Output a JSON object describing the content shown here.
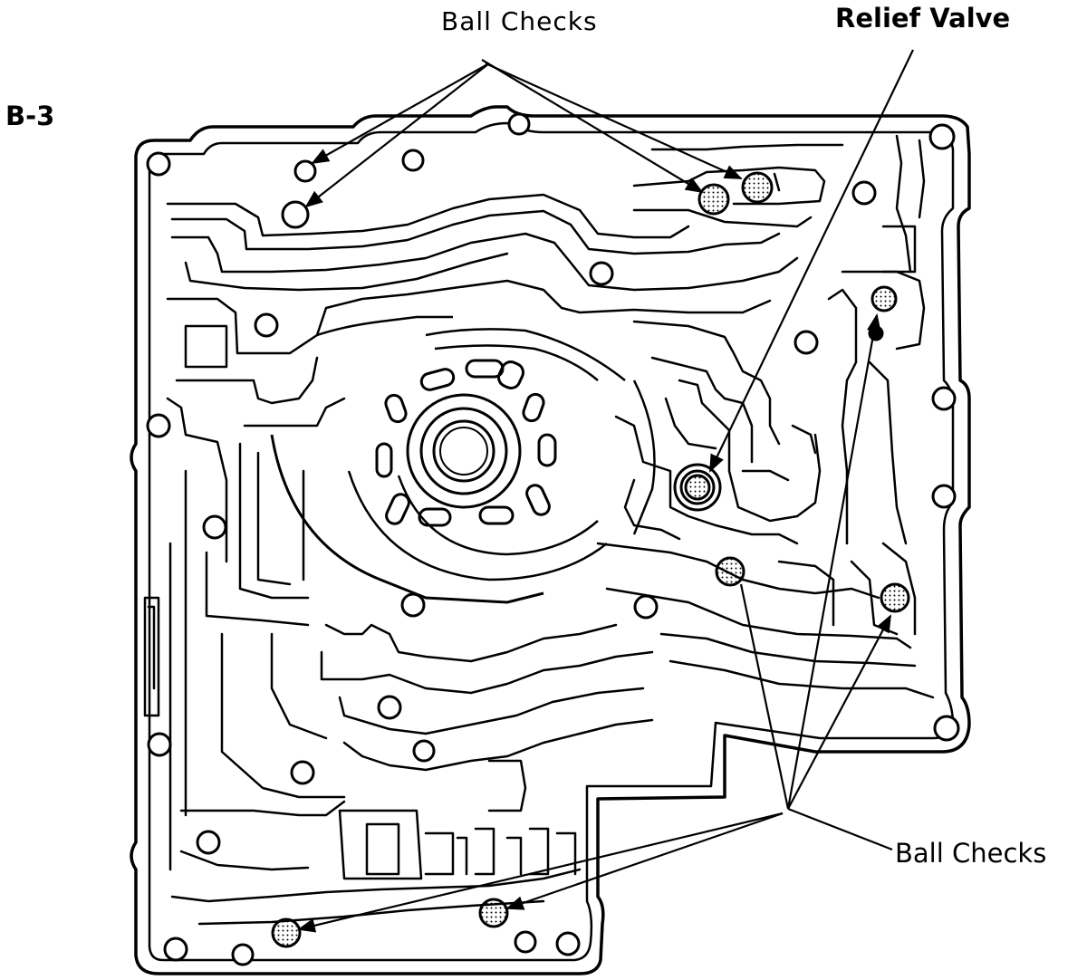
{
  "figure_label": "B-3",
  "labels": {
    "ball_checks_top": "Ball Checks",
    "relief_valve": "Relief Valve",
    "ball_checks_bottom": "Ball Checks"
  },
  "colors": {
    "ink": "#000000",
    "paper": "#ffffff"
  }
}
